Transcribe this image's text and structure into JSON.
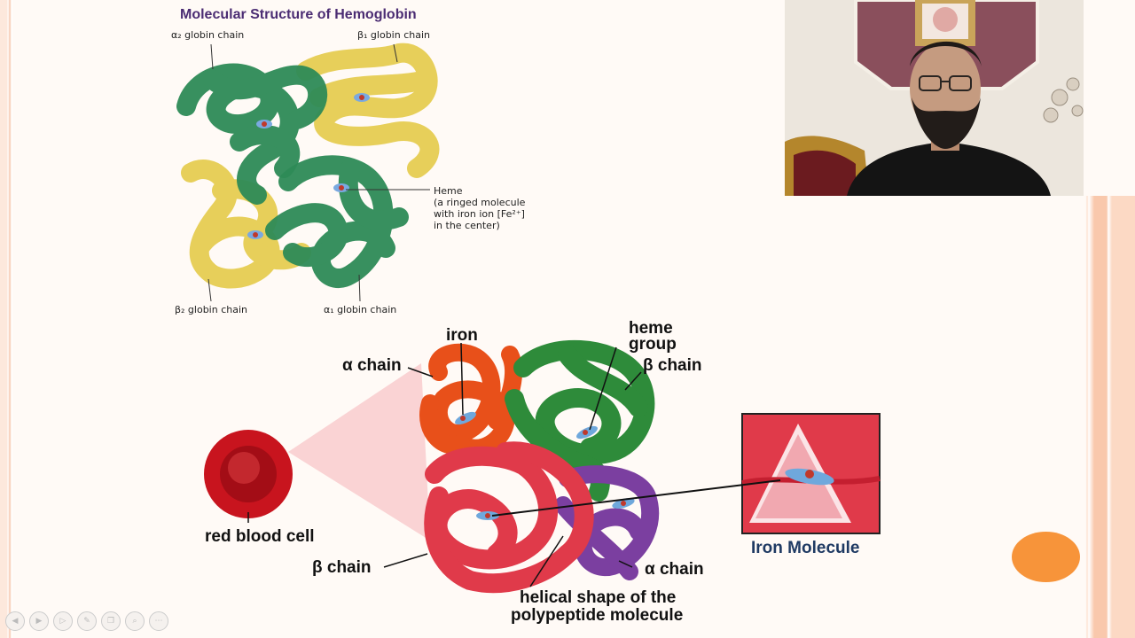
{
  "top_figure": {
    "title": "Molecular Structure of Hemoglobin",
    "alpha2_label": "α₂ globin chain",
    "beta1_label": "β₁ globin chain",
    "beta2_label": "β₂ globin chain",
    "alpha1_label": "α₁ globin chain",
    "heme_line1": "Heme",
    "heme_line2": "(a ringed molecule",
    "heme_line3": "with iron ion [Fe²⁺]",
    "heme_line4": "in the center)"
  },
  "bottom_figure": {
    "iron": "iron",
    "heme_line1": "heme",
    "heme_line2": "group",
    "alpha_chain_top": "α chain",
    "beta_chain_top": "β chain",
    "red_blood_cell": "red blood cell",
    "beta_chain_bottom": "β chain",
    "alpha_chain_bottom": "α chain",
    "helical_line1": "helical shape of the",
    "helical_line2": "polypeptide molecule",
    "iron_molecule": "Iron Molecule"
  },
  "colors": {
    "alpha_green": "#2e8b57",
    "beta_yellow": "#e7cf5a",
    "alpha_orange": "#e8501a",
    "beta_red": "#e03a4a",
    "alpha_purple": "#7b3fa0",
    "title_purple": "#4b2c73",
    "accent_orange": "#f7943a"
  },
  "toolbar_icons": [
    "prev-icon",
    "next-icon",
    "play-icon",
    "pen-icon",
    "copy-icon",
    "zoom-icon",
    "more-icon"
  ]
}
